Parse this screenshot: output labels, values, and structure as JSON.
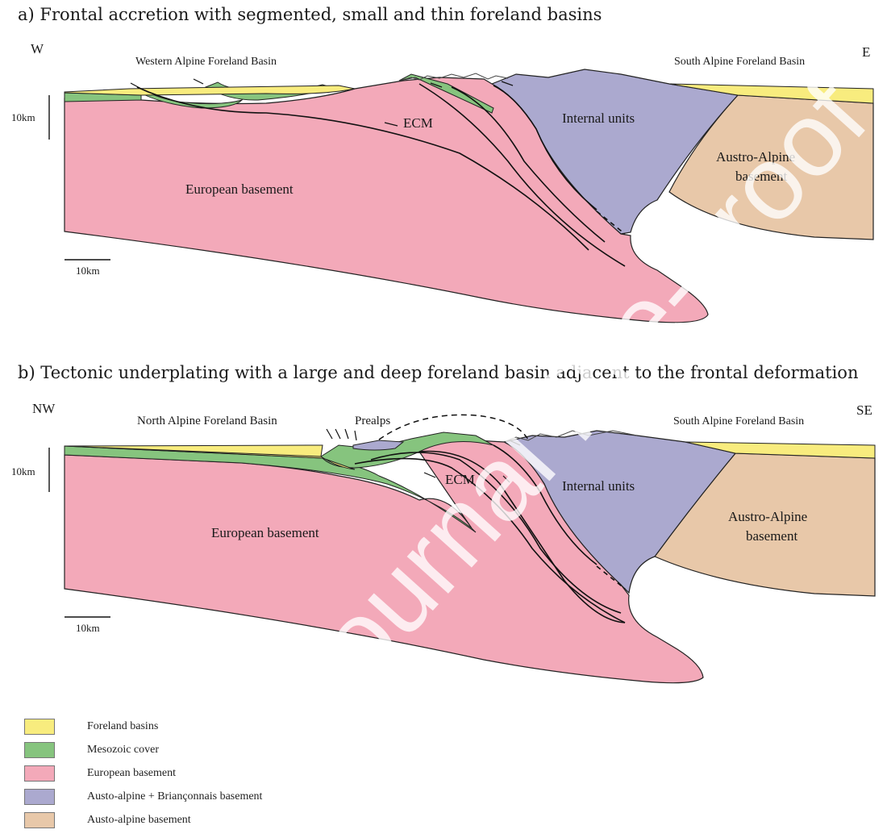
{
  "panels": {
    "a": {
      "title": "a) Frontal accretion with segmented, small and thin foreland basins",
      "dir_left": "W",
      "dir_right": "E",
      "basin_left": "Western Alpine Foreland Basin",
      "basin_right": "South Alpine Foreland Basin",
      "label_ecm": "ECM",
      "label_internal": "Internal units",
      "label_austro_1": "Austro-Alpine",
      "label_austro_2": "basement",
      "label_european": "European basement",
      "vscale": "10km",
      "hscale": "10km"
    },
    "b": {
      "title": "b) Tectonic underplating with a large and deep foreland basin adjacent to the frontal deformation",
      "dir_left": "NW",
      "dir_right": "SE",
      "basin_left": "North Alpine Foreland Basin",
      "basin_right": "South Alpine Foreland Basin",
      "label_prealps": "Prealps",
      "label_ecm": "ECM",
      "label_internal": "Internal units",
      "label_austro_1": "Austro-Alpine",
      "label_austro_2": "basement",
      "label_european": "European basement",
      "vscale": "10km",
      "hscale": "10km"
    }
  },
  "legend": [
    {
      "label": "Foreland basins",
      "color": "#f8ec7e"
    },
    {
      "label": "Mesozoic cover",
      "color": "#86c47e"
    },
    {
      "label": "European basement",
      "color": "#f3a9b9"
    },
    {
      "label": "Austo-alpine + Briançonnais basement",
      "color": "#aba9cf"
    },
    {
      "label": "Austo-alpine basement",
      "color": "#e8c8a9"
    }
  ],
  "watermark": "Journal Pre-proof"
}
